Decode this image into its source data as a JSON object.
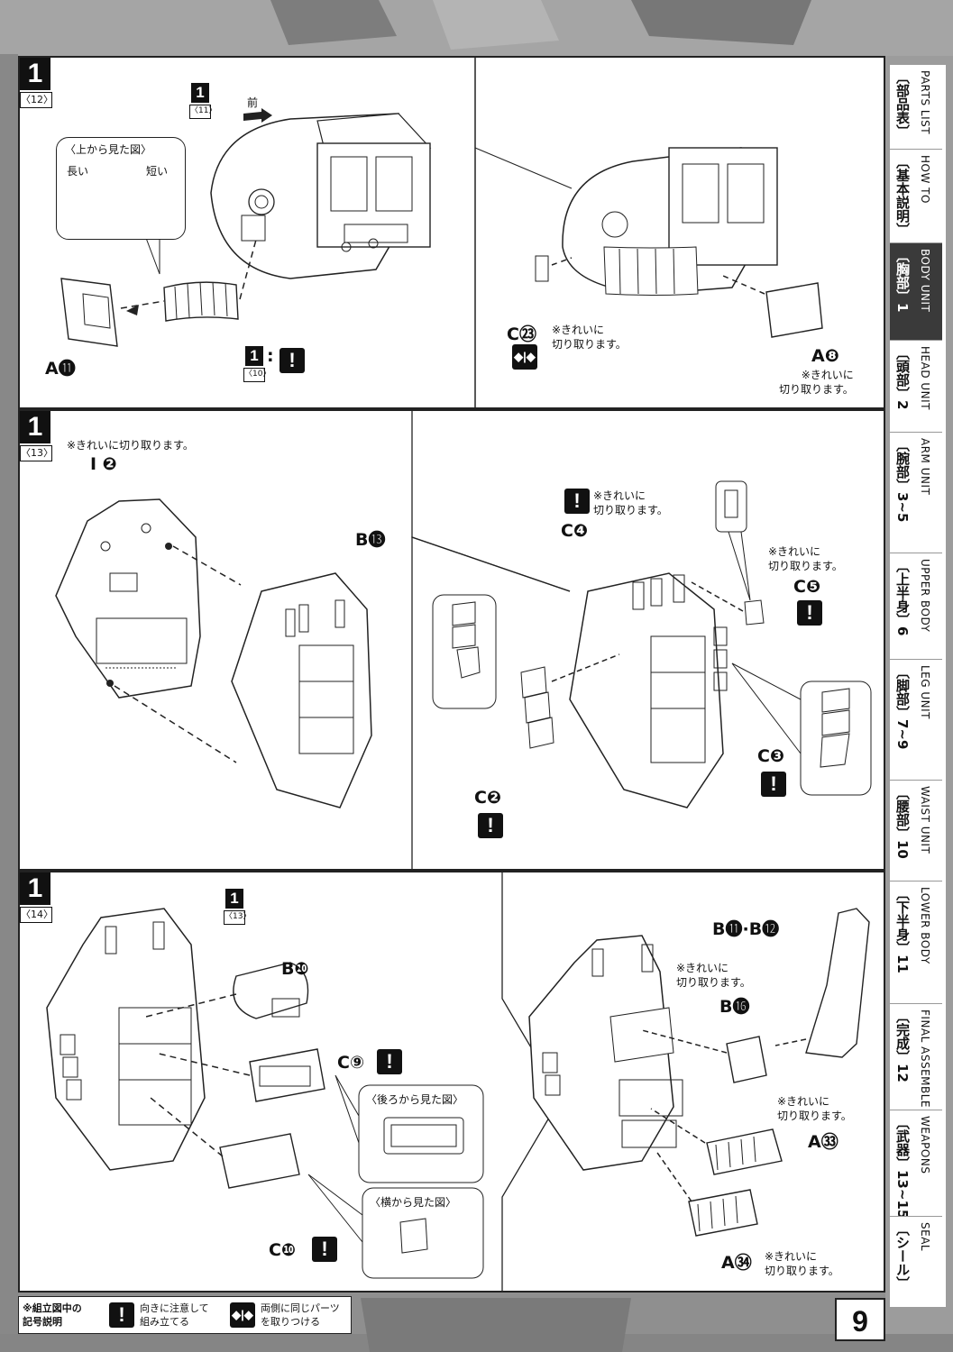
{
  "page_number": "9",
  "sidebar": {
    "tabs": [
      {
        "jp": "〔部品表〕",
        "en": "PARTS LIST",
        "active": false
      },
      {
        "jp": "〔基本説明〕",
        "en": "HOW TO",
        "active": false
      },
      {
        "jp": "〔胸部〕1",
        "en": "BODY UNIT",
        "active": true
      },
      {
        "jp": "〔頭部〕2",
        "en": "HEAD UNIT",
        "active": false
      },
      {
        "jp": "〔腕部〕3~5",
        "en": "ARM UNIT",
        "active": false
      },
      {
        "jp": "〔上半身〕6",
        "en": "UPPER BODY",
        "active": false
      },
      {
        "jp": "〔脚部〕7~9",
        "en": "LEG UNIT",
        "active": false
      },
      {
        "jp": "〔腰部〕10",
        "en": "WAIST UNIT",
        "active": false
      },
      {
        "jp": "〔下半身〕11",
        "en": "LOWER BODY",
        "active": false
      },
      {
        "jp": "〔完成〕12",
        "en": "FINAL ASSEMBLE",
        "active": false
      },
      {
        "jp": "〔武器〕13~15",
        "en": "WEAPONS",
        "active": false
      },
      {
        "jp": "〔シール〕",
        "en": "SEAL",
        "active": false
      }
    ]
  },
  "panels": [
    {
      "step": "1",
      "ref": "〈12〉",
      "view_label": "〈上から見た図〉",
      "long_label": "長い",
      "short_label": "短い",
      "front_label": "前",
      "mini_step": "1",
      "mini_ref": "〈11〉",
      "mini_step2": "1",
      "mini_ref2": "〈10〉",
      "colon": ":",
      "part_a11": "A⓫",
      "part_c23": "C㉓",
      "note_c23": "※きれいに\n切り取ります。",
      "part_a8": "A❽",
      "note_a8": "※きれいに\n切り取ります。"
    },
    {
      "step": "1",
      "ref": "〈13〉",
      "note_top": "※きれいに切り取ります。",
      "part_i2": "I ❷",
      "part_b13": "B⓭",
      "note_c4": "※きれいに\n切り取ります。",
      "part_c4": "C❹",
      "note_c5": "※きれいに\n切り取ります。",
      "part_c5": "C❺",
      "part_c3": "C❸",
      "part_c2": "C❷"
    },
    {
      "step": "1",
      "ref": "〈14〉",
      "mini_step": "1",
      "mini_ref": "〈13〉",
      "part_b10": "B❿",
      "part_c9": "C⑨",
      "rear_view": "〈後ろから見た図〉",
      "side_view": "〈横から見た図〉",
      "part_c10": "C❿",
      "part_b11_b12": "B⓫·B⓬",
      "note_b16": "※きれいに\n切り取ります。",
      "part_b16": "B⓰",
      "note_a33": "※きれいに\n切り取ります。",
      "part_a33": "A㉝",
      "part_a34": "A㉞",
      "note_a34": "※きれいに\n切り取ります。"
    }
  ],
  "legend": {
    "title": "※組立図中の\n記号説明",
    "item1": "向きに注意して\n組み立てる",
    "item2": "両側に同じパーツ\nを取りつける"
  },
  "warning_glyph": "!",
  "both_sides_glyph": "◆|◆"
}
